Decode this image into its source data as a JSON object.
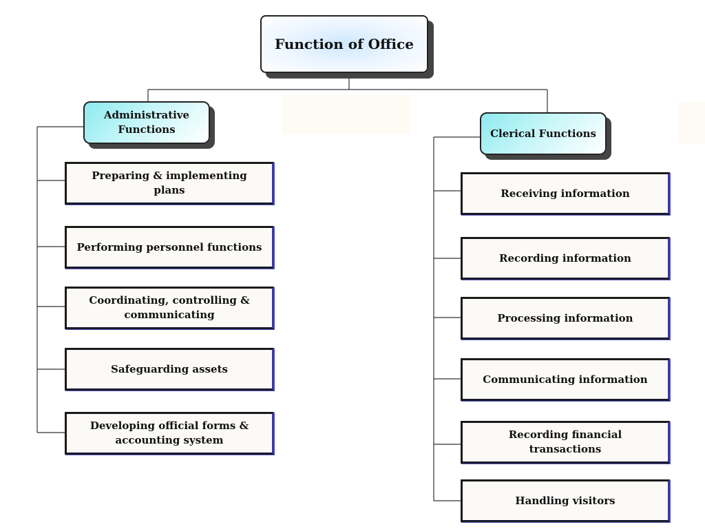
{
  "root": {
    "title": "Function of Office"
  },
  "categories": [
    {
      "title": "Administrative Functions",
      "items": [
        "Preparing & implementing plans",
        "Performing personnel functions",
        "Coordinating, controlling & communicating",
        "Safeguarding assets",
        "Developing official forms & accounting system"
      ]
    },
    {
      "title": "Clerical Functions",
      "items": [
        "Receiving information",
        "Recording information",
        "Processing information",
        "Communicating information",
        "Recording financial transactions",
        "Handling visitors"
      ]
    }
  ],
  "colors": {
    "line": "#333333",
    "category_fill": "#8eeaf0",
    "item_accent": "#3a3aaa"
  }
}
